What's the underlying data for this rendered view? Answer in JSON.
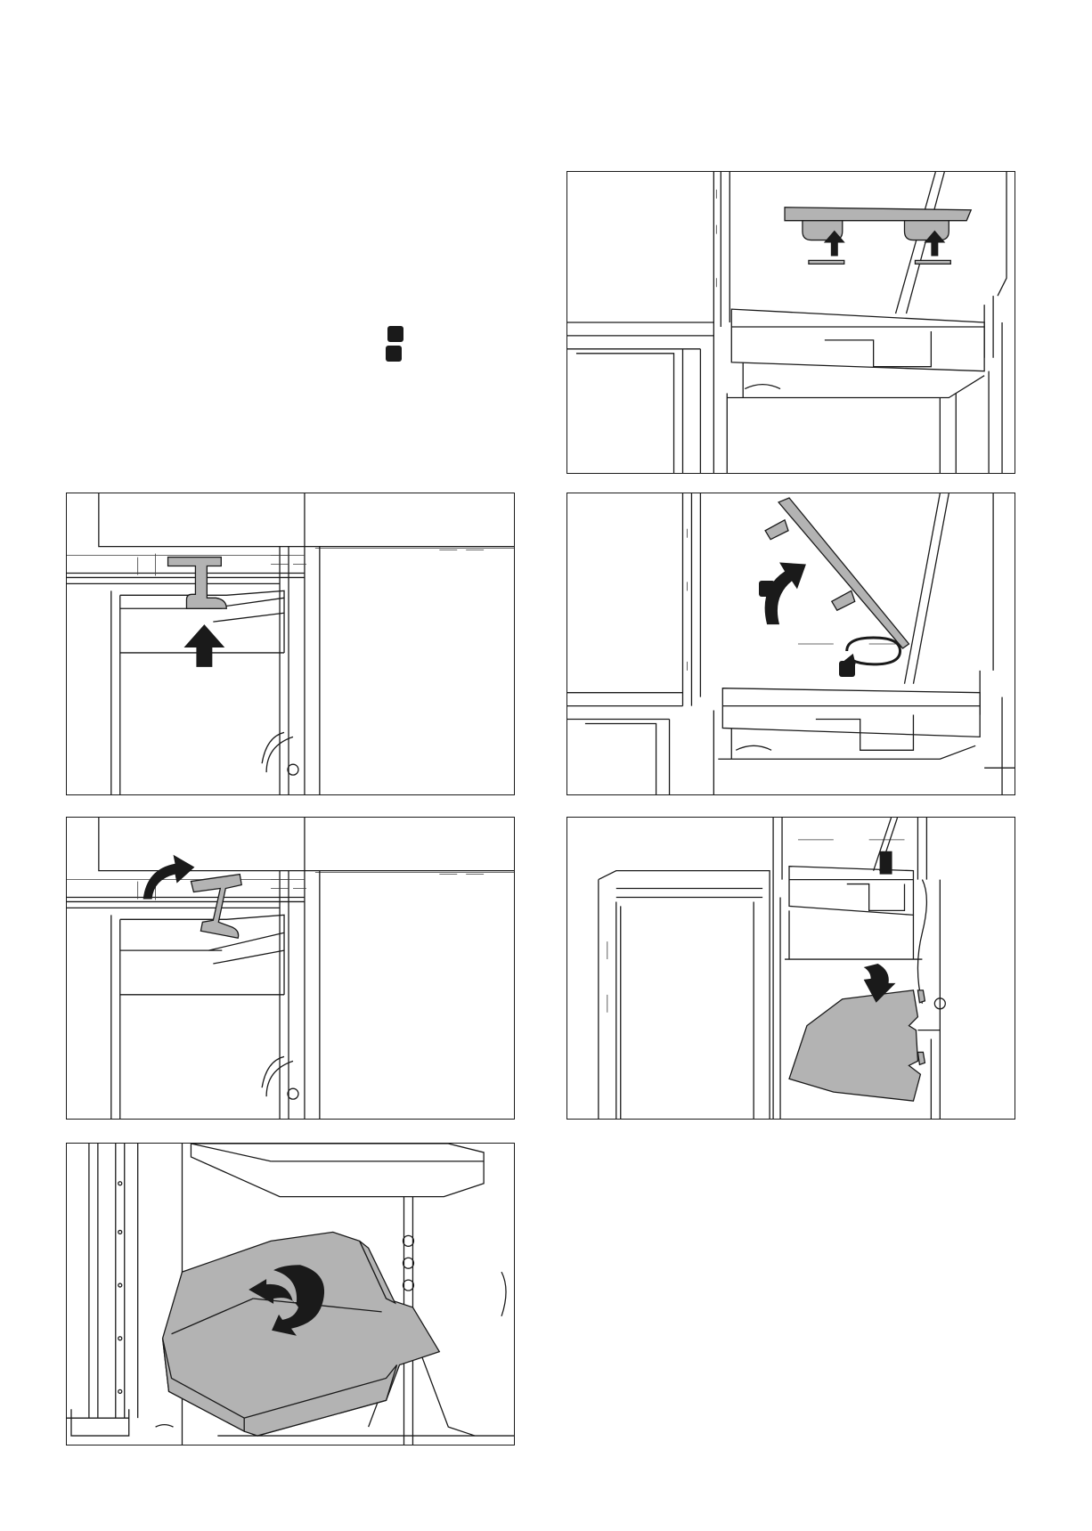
{
  "page": {
    "background": "#ffffff",
    "line_color": "#1a1a1a",
    "part_fill": "#b3b3b3"
  },
  "legend_markers": [
    {
      "icon": "step-marker-square"
    },
    {
      "icon": "step-marker-square"
    }
  ],
  "panels": [
    {
      "icon": "shelf-lift-up-illustration"
    },
    {
      "icon": "clip-lift-up-illustration"
    },
    {
      "icon": "shelf-tilt-rotate-illustration"
    },
    {
      "icon": "clip-swing-out-illustration"
    },
    {
      "icon": "shelf-remove-down-illustration"
    },
    {
      "icon": "shelf-turn-over-illustration"
    }
  ]
}
